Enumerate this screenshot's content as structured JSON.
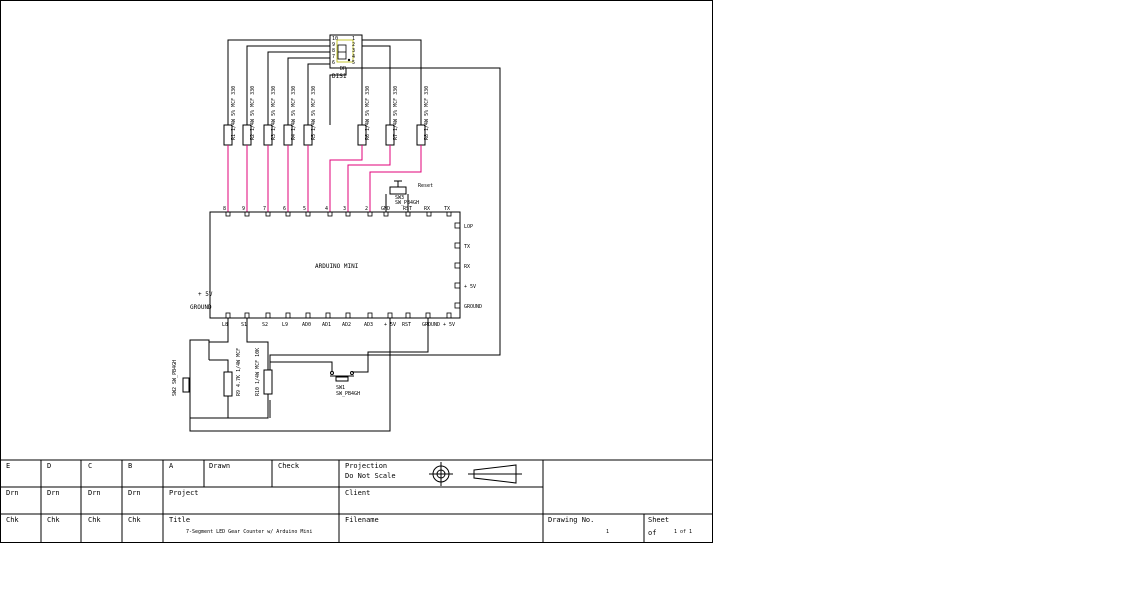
{
  "display": {
    "ref": "DIS1",
    "pins_left": [
      "10",
      "9",
      "8",
      "7",
      "6"
    ],
    "pins_right": [
      "1",
      "2",
      "3",
      "4",
      "5"
    ],
    "dp_label": "DP"
  },
  "resistors_top": [
    "R1 1/4W 5% MCF 330",
    "R2 1/4W 5% MCF 330",
    "R3 1/4W 5% MCF 330",
    "R4 1/4W 5% MCF 330",
    "R5 1/4W 5% MCF 330",
    "R6 1/4W 5% MCF 330",
    "R7 1/4W 5% MCF 330",
    "R8 1/4W 5% MCF 330"
  ],
  "reset_switch": {
    "ref": "SW3",
    "part": "SW_PB4GH",
    "label": "Reset"
  },
  "arduino": {
    "title": "ARDUINO MINI",
    "top_pins": [
      "8",
      "9",
      "7",
      "6",
      "5",
      "4",
      "3",
      "2",
      "GND",
      "RST",
      "RX",
      "TX"
    ],
    "right_pins": [
      "LOP",
      "TX",
      "RX",
      "+ 5V",
      "GROUND"
    ],
    "left_pins": [
      "+ 5V",
      "GROUND"
    ],
    "bottom_pins": [
      "L8",
      "S1",
      "S2",
      "L9",
      "AD0",
      "AD1",
      "AD2",
      "AD3",
      "+ 5V",
      "RST",
      "GROUND",
      "+ 5V"
    ]
  },
  "bottom_parts": {
    "r9": "R9 4.7K 1/4W MCF",
    "r10": "R10 1/4W MCF 10K",
    "sw1": "SW1 SW_PB4GH",
    "sw2": "SW2 SW_PB4GH"
  },
  "title_block": {
    "rev_cols": [
      "E",
      "D",
      "C",
      "B",
      "A"
    ],
    "drawn": "Drawn",
    "check": "Check",
    "projection": "Projection",
    "do_not_scale": "Do Not Scale",
    "drn": "Drn",
    "chk": "Chk",
    "project": "Project",
    "client": "Client",
    "title_label": "Title",
    "title_value": "7-Segment LED Gear Counter w/ Arduino Mini",
    "filename": "Filename",
    "drawing_no_label": "Drawing No.",
    "drawing_no_value": "1",
    "sheet_label": "Sheet",
    "of_label": "of",
    "sheet_value": "1 of 1"
  }
}
